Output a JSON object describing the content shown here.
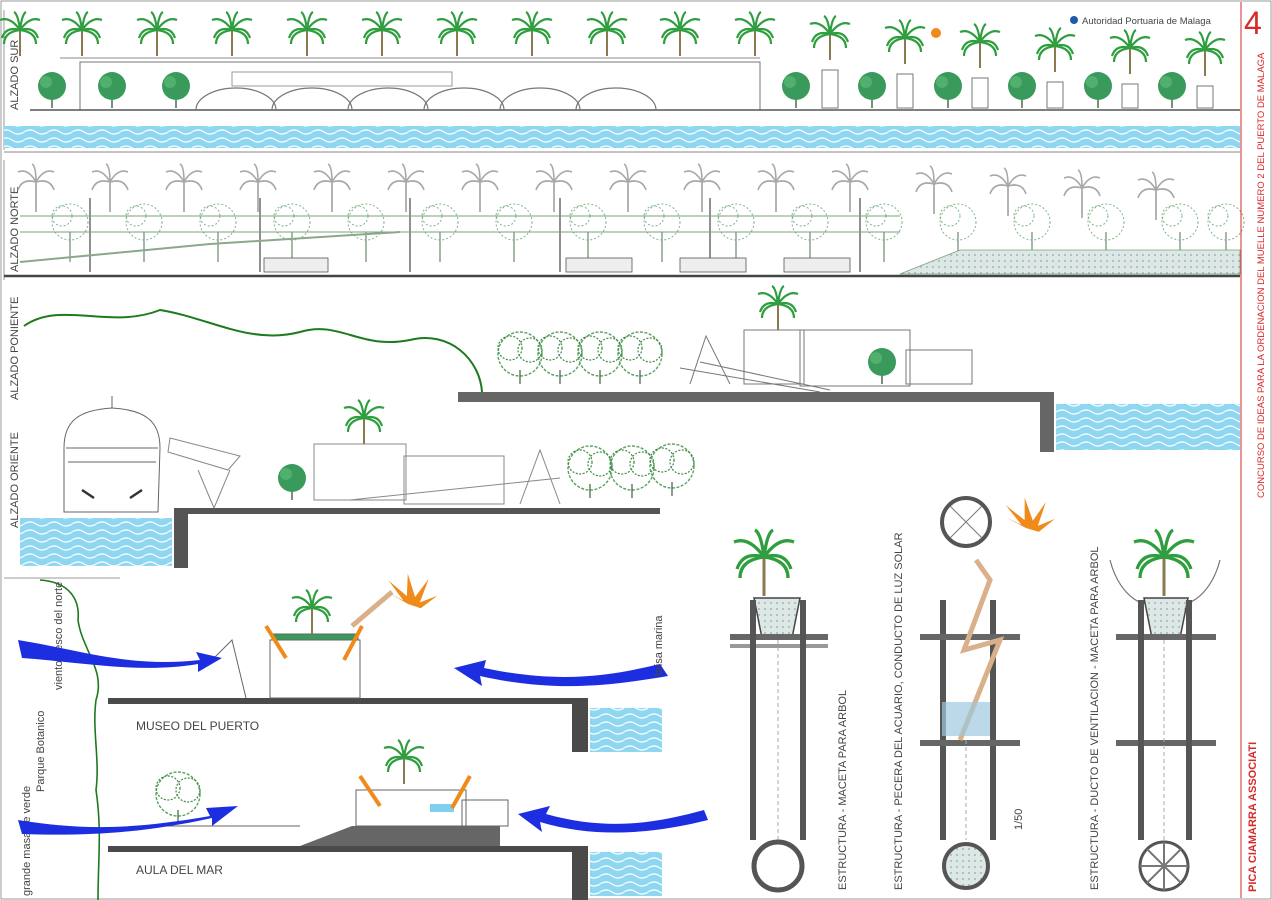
{
  "header": {
    "authority": "Autoridad Portuaria de Malaga",
    "sheet_number": "4"
  },
  "title_strip": {
    "competition": "CONCURSO DE IDEAS PARA LA ORDENACION DEL MUELLE NUMERO 2 DEL PUERTO DE MALAGA",
    "studio": "PICA CIAMARRA ASSOCIATI"
  },
  "elevations": {
    "sur": "ALZADO SUR",
    "norte": "ALZADO NORTE",
    "poniente": "ALZADO PONIENTE",
    "oriente": "ALZADO ORIENTE"
  },
  "sections": {
    "museo": "MUSEO DEL PUERTO",
    "aula": "AULA DEL MAR",
    "viento": "viento fresco del norte",
    "parque": "Parque Botanico",
    "masa_verde": "grande masa de verde",
    "brisa": "brisa marina"
  },
  "details": {
    "maceta": "ESTRUCTURA - MACETA PARA ARBOL",
    "pecera": "ESTRUCTURA - PECERA DEL ACUARIO, CONDUCTO DE LUZ SOLAR",
    "ducto": "ESTRUCTURA - DUCTO DE VENTILACION - MACETA PARA ARBOL",
    "scale": "1/50"
  },
  "colors": {
    "water": "#7fd0ee",
    "tree_green": "#3a9a5b",
    "palm_green": "#2f9e3f",
    "sun_orange": "#f08a1a",
    "wind_blue": "#1d2ee0",
    "accent_red": "#d62a2a",
    "coast_green": "#1d7a1d",
    "concrete": "#555555"
  }
}
